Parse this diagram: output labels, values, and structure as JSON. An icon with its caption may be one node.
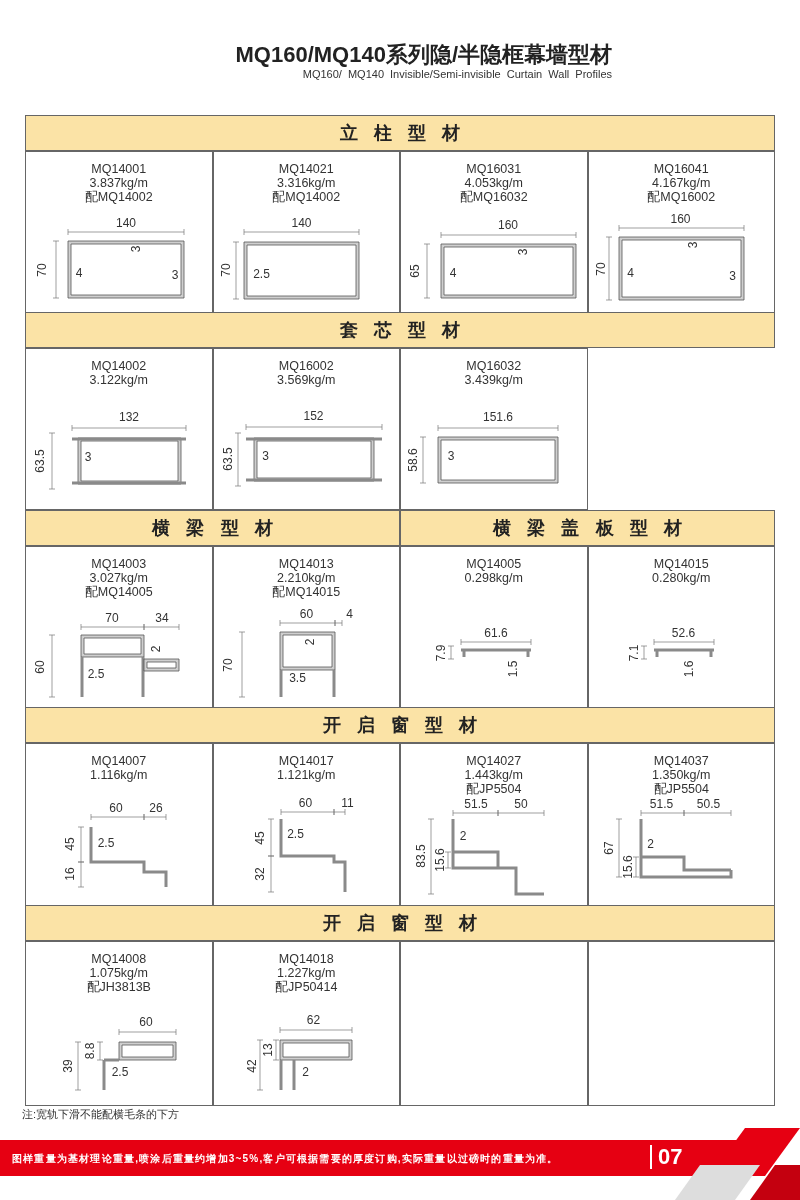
{
  "diagram": {
    "title": "MQ160/MQ140系列隐/半隐框幕墙型材",
    "labels": [
      "MQ160/ MQ140 Invisible/Semi-invisible Curtain Wall Profiles",
      "立柱型材",
      "MQ14001",
      "3.837kg/m",
      "配MQ14002",
      "140",
      "3",
      "70",
      "4",
      "3",
      "MQ14021",
      "3.316kg/m",
      "配MQ14002",
      "140",
      "70",
      "2.5",
      "MQ16031",
      "4.053kg/m",
      "配MQ16032",
      "160",
      "3",
      "65",
      "4",
      "MQ16041",
      "4.167kg/m",
      "配MQ16002",
      "160",
      "3",
      "70",
      "4",
      "3",
      "套芯型材",
      "MQ14002",
      "3.122kg/m",
      "132",
      "63.5",
      "3",
      "MQ16002",
      "3.569kg/m",
      "152",
      "63.5",
      "3",
      "MQ16032",
      "3.439kg/m",
      "151.6",
      "58.6",
      "3",
      "横梁型材",
      "横梁盖板型材",
      "MQ14003",
      "3.027kg/m",
      "配MQ14005",
      "70",
      "34",
      "60",
      "2",
      "2.5",
      "MQ14013",
      "2.210kg/m",
      "配MQ14015",
      "60",
      "4",
      "2",
      "70",
      "3.5",
      "MQ14005",
      "0.298kg/m",
      "61.6",
      "7.9",
      "1.5",
      "MQ14015",
      "0.280kg/m",
      "52.6",
      "7.1",
      "1.6",
      "开启窗型材",
      "MQ14007",
      "1.116kg/m",
      "60",
      "26",
      "45",
      "2.5",
      "16",
      "MQ14017",
      "1.121kg/m",
      "60",
      "11",
      "45",
      "2.5",
      "32",
      "MQ14027",
      "1.443kg/m",
      "配JP5504",
      "51.5",
      "50",
      "2",
      "83.5",
      "15.6",
      "MQ14037",
      "1.350kg/m",
      "配JP5504",
      "51.5",
      "50.5",
      "67",
      "2",
      "15.6",
      "开启窗型材",
      "MQ14008",
      "1.075kg/m",
      "配JH3813B",
      "60",
      "8.8",
      "39",
      "2.5",
      "MQ14018",
      "1.227kg/m",
      "配JP50414",
      "62",
      "13",
      "42",
      "2",
      "注:宽轨下滑不能配横毛条的下方",
      "图样重量为基材理论重量,喷涂后重量约增加3~5%,客户可根据需要的厚度订购,实际重量以过磅时的重量为准。",
      "07"
    ]
  }
}
